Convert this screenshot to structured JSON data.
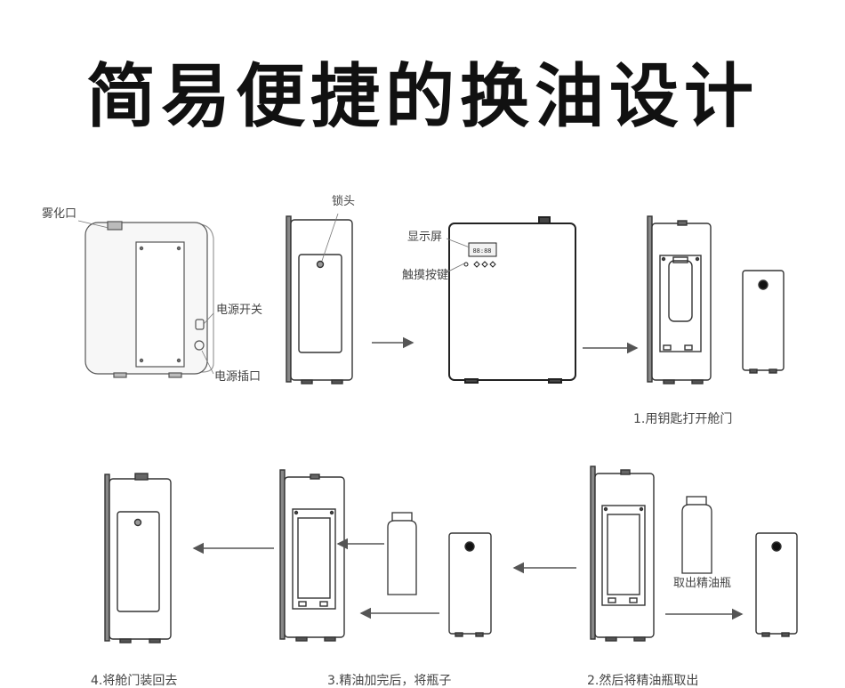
{
  "title": "简易便捷的换油设计",
  "labels": {
    "mist_outlet": "雾化口",
    "power_switch": "电源开关",
    "power_socket": "电源插口",
    "lock": "锁头",
    "display": "显示屏",
    "touch_keys": "触摸按键",
    "take_bottle": "取出精油瓶"
  },
  "display_readout": "88:88",
  "steps": [
    "1.用钥匙打开舱门",
    "2.然后将精油瓶取出",
    "3.精油加完后，将瓶子",
    "4.将舱门装回去"
  ]
}
